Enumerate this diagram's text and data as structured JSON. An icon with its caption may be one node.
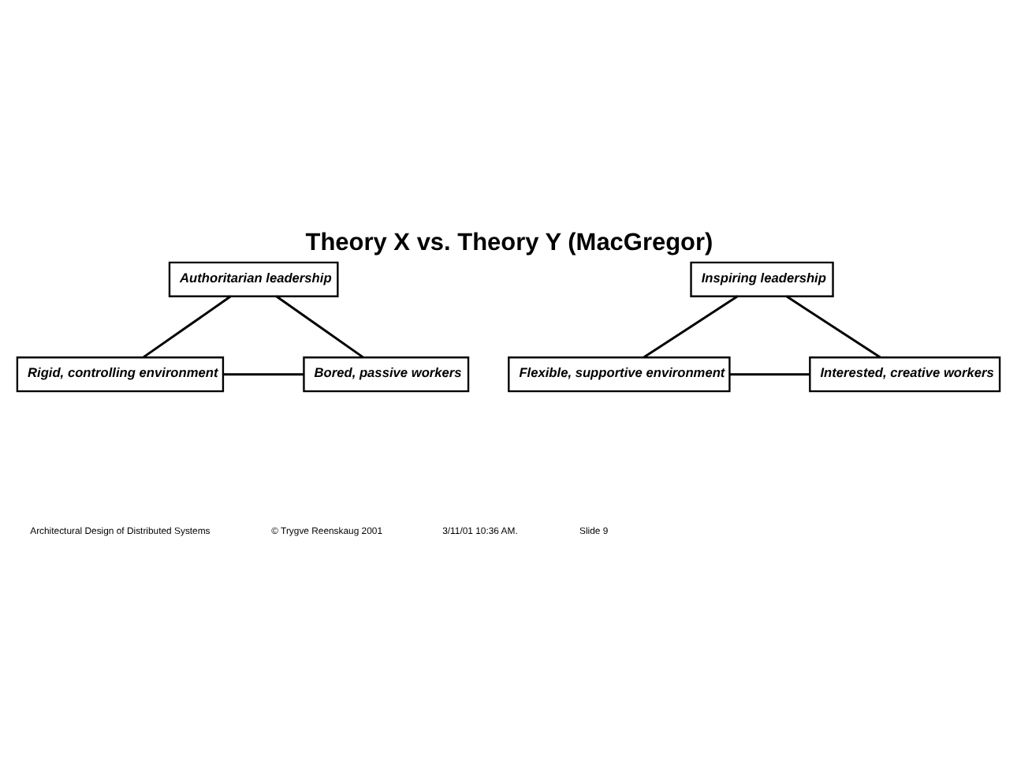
{
  "diagram": {
    "title": "Theory X vs. Theory Y (MacGregor)",
    "nodes": [
      {
        "text": [
          "Authoritarian leadership"
        ]
      },
      {
        "text": [
          "Rigid, controlling environment"
        ]
      },
      {
        "text": [
          "Bored, passive workers"
        ]
      },
      {
        "text": [
          "Inspiring leadership"
        ]
      },
      {
        "text": [
          "Flexible, supportive environment"
        ]
      },
      {
        "text": [
          "Interested, creative workers"
        ]
      }
    ],
    "edges": [
      {
        "from": 0,
        "to": 1,
        "arrow": "none"
      },
      {
        "from": 0,
        "to": 2,
        "arrow": "none"
      },
      {
        "from": 1,
        "to": 2,
        "arrow": "none"
      },
      {
        "from": 3,
        "to": 4,
        "arrow": "none"
      },
      {
        "from": 3,
        "to": 5,
        "arrow": "none"
      },
      {
        "from": 4,
        "to": 5,
        "arrow": "none"
      }
    ],
    "labels": [
      "Architectural Design of Distributed Systems",
      "© Trygve Reenskaug 2001",
      "3/11/01 10:36 AM.",
      "Slide 9"
    ]
  }
}
